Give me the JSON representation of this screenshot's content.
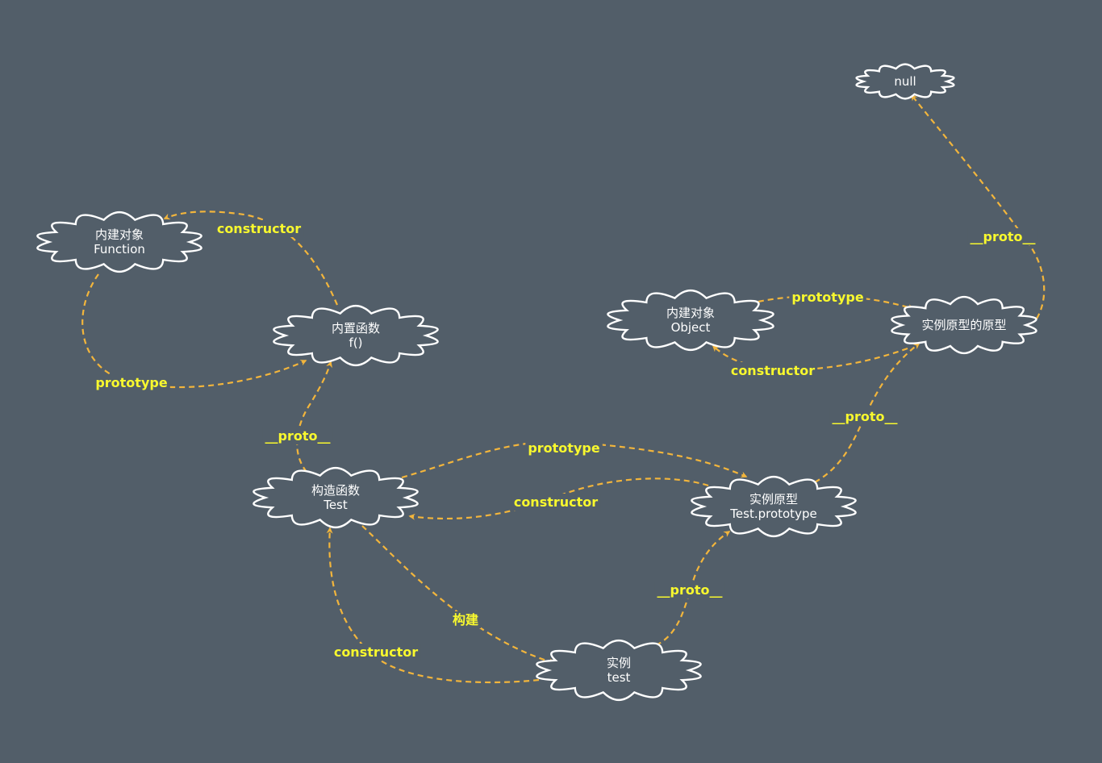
{
  "colors": {
    "background": "#525e69",
    "node_outline": "#ffffff",
    "node_text": "#ffffff",
    "edge": "#f2b53c",
    "edge_label": "#f8f82e"
  },
  "nodes": {
    "null": {
      "lines": [
        "null"
      ]
    },
    "function": {
      "lines": [
        "内建对象",
        "Function"
      ]
    },
    "builtin_fn": {
      "lines": [
        "内置函数",
        "f()"
      ]
    },
    "object": {
      "lines": [
        "内建对象",
        "Object"
      ]
    },
    "object_proto": {
      "lines": [
        "实例原型的原型"
      ]
    },
    "test": {
      "lines": [
        "构造函数",
        "Test"
      ]
    },
    "test_proto": {
      "lines": [
        "实例原型",
        "Test.prototype"
      ]
    },
    "instance": {
      "lines": [
        "实例",
        "test"
      ]
    }
  },
  "edges": [
    {
      "from": "builtin_fn",
      "to": "function",
      "label": "constructor"
    },
    {
      "from": "function",
      "to": "builtin_fn",
      "label": "prototype"
    },
    {
      "from": "test",
      "to": "builtin_fn",
      "label": "__proto__"
    },
    {
      "from": "test",
      "to": "test_proto",
      "label": "prototype"
    },
    {
      "from": "test_proto",
      "to": "test",
      "label": "constructor"
    },
    {
      "from": "test",
      "to": "instance",
      "label": "构建"
    },
    {
      "from": "instance",
      "to": "test",
      "label": "constructor"
    },
    {
      "from": "instance",
      "to": "test_proto",
      "label": "__proto__"
    },
    {
      "from": "test_proto",
      "to": "object_proto",
      "label": "__proto__"
    },
    {
      "from": "object",
      "to": "object_proto",
      "label": "prototype"
    },
    {
      "from": "object_proto",
      "to": "object",
      "label": "constructor"
    },
    {
      "from": "object_proto",
      "to": "null",
      "label": "__proto__"
    }
  ]
}
